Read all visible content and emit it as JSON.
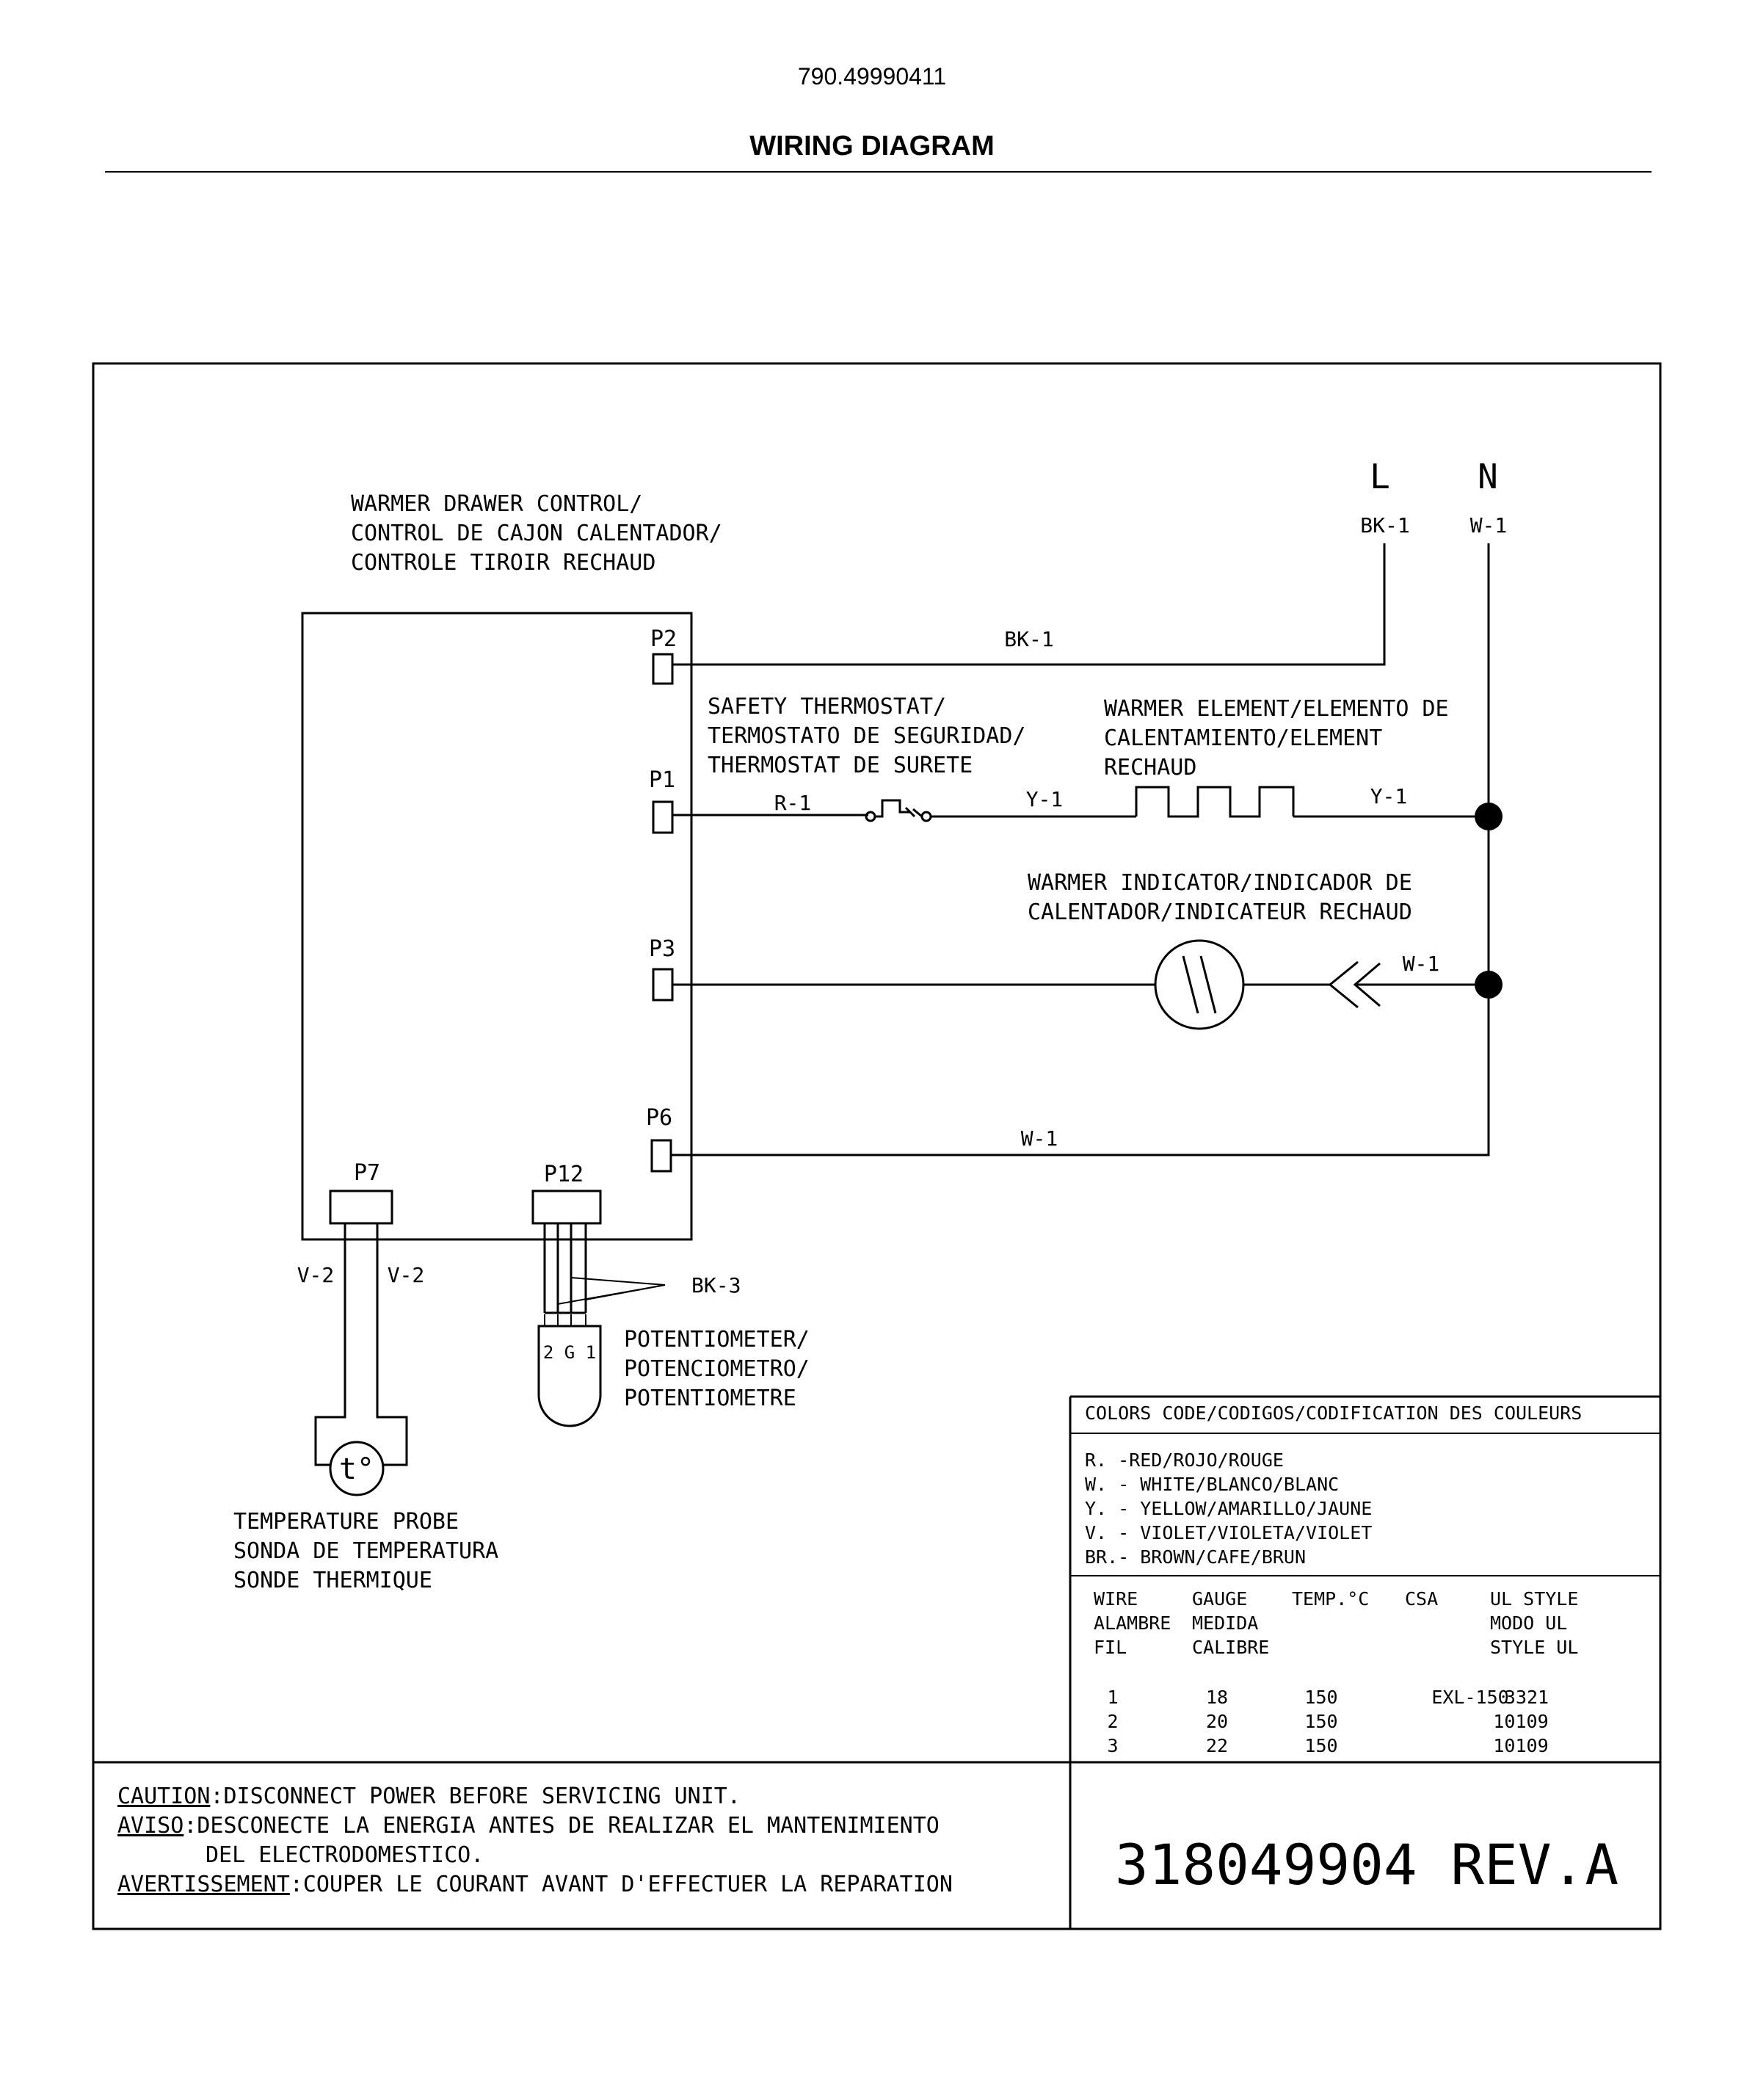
{
  "header": {
    "model": "790.49990411",
    "title": "WIRING DIAGRAM"
  },
  "power": {
    "line_label": "L",
    "neutral_label": "N",
    "line_wire": "BK-1",
    "neutral_wire": "W-1"
  },
  "control": {
    "title_lines": [
      "WARMER DRAWER CONTROL/",
      "CONTROL DE CAJON CALENTADOR/",
      "CONTROLE TIROIR RECHAUD"
    ],
    "pins": [
      "P2",
      "P1",
      "P3",
      "P6",
      "P7",
      "P12"
    ]
  },
  "wires": {
    "p2_wire": "BK-1",
    "p1_wire": "R-1",
    "thermostat_out": "Y-1",
    "element_out": "Y-1",
    "indicator_wire": "W-1",
    "p6_wire": "W-1",
    "probe_left": "V-2",
    "probe_right": "V-2",
    "pot_wire": "BK-3"
  },
  "components": {
    "safety_thermostat": [
      "SAFETY THERMOSTAT/",
      "TERMOSTATO DE SEGURIDAD/",
      "THERMOSTAT DE SURETE"
    ],
    "warmer_element": [
      "WARMER ELEMENT/ELEMENTO DE",
      "CALENTAMIENTO/ELEMENT",
      "RECHAUD"
    ],
    "warmer_indicator": [
      "WARMER INDICATOR/INDICADOR DE",
      "CALENTADOR/INDICATEUR RECHAUD"
    ],
    "potentiometer": [
      "POTENTIOMETER/",
      "POTENCIOMETRO/",
      "POTENTIOMETRE"
    ],
    "potentiometer_pins": "2 G 1",
    "temperature_probe": [
      "TEMPERATURE PROBE",
      "SONDA DE TEMPERATURA",
      "SONDE THERMIQUE"
    ],
    "probe_symbol": "t°"
  },
  "colors_code": {
    "title": "COLORS CODE/CODIGOS/CODIFICATION DES COULEURS",
    "entries": [
      "R. -RED/ROJO/ROUGE",
      "W. - WHITE/BLANCO/BLANC",
      "Y. - YELLOW/AMARILLO/JAUNE",
      "V. - VIOLET/VIOLETA/VIOLET",
      "BR.- BROWN/CAFE/BRUN"
    ]
  },
  "wire_table": {
    "headers": {
      "wire": [
        "WIRE",
        "ALAMBRE",
        "FIL"
      ],
      "gauge": [
        "GAUGE",
        "MEDIDA",
        "CALIBRE"
      ],
      "temp": "TEMP.°C",
      "csa": "CSA",
      "ul_style": [
        "UL STYLE",
        "MODO UL",
        "STYLE UL"
      ]
    },
    "rows": [
      {
        "wire": "1",
        "gauge": "18",
        "temp": "150",
        "csa": "EXL-150",
        "ul": "3321"
      },
      {
        "wire": "2",
        "gauge": "20",
        "temp": "150",
        "csa": "",
        "ul": "10109"
      },
      {
        "wire": "3",
        "gauge": "22",
        "temp": "150",
        "csa": "",
        "ul": "10109"
      }
    ]
  },
  "caution": {
    "caution_label": "CAUTION",
    "caution_text": ":DISCONNECT POWER BEFORE SERVICING UNIT.",
    "aviso_label": "AVISO",
    "aviso_text": ":DESCONECTE LA ENERGIA ANTES DE REALIZAR EL MANTENIMIENTO",
    "aviso_text2": "DEL ELECTRODOMESTICO.",
    "avert_label": "AVERTISSEMENT",
    "avert_text": ":COUPER LE COURANT AVANT D'EFFECTUER LA REPARATION"
  },
  "part_number": "318049904 REV.A"
}
